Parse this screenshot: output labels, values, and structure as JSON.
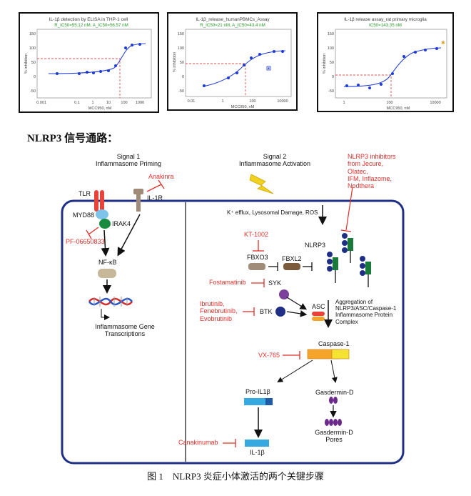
{
  "charts": [
    {
      "title": "IL-1β detection by ELISA in THP-1 cell",
      "subtitle": "R_IC50=55.12 nM, A_IC50=56.57 nM",
      "xlabel": "MCC950, nM",
      "ylabel": "% inhibition",
      "xticks": [
        "0.001",
        "0.1",
        "1",
        "10",
        "100",
        "1000"
      ],
      "yticks": [
        "-50",
        "0",
        "50",
        "100",
        "150"
      ]
    },
    {
      "title": "IL-1β_release_humanPBMCs_Assay",
      "subtitle": "R_IC50=21 nM, A_IC50=43.4 nM",
      "xlabel": "MCC950, nM",
      "ylabel": "% inhibition",
      "xticks": [
        "0.01",
        "1",
        "100",
        "10000"
      ],
      "yticks": [
        "-50",
        "0",
        "50",
        "100",
        "150"
      ]
    },
    {
      "title": "IL-1β release assay_rat primary microglia",
      "subtitle": "IC50=143.35 nM",
      "xlabel": "MCC950, nM",
      "ylabel": "% inhibition",
      "xticks": [
        "1",
        "100",
        "10000"
      ],
      "yticks": [
        "-50",
        "0",
        "50",
        "100",
        "150"
      ]
    }
  ],
  "heading": "NLRP3 信号通路：",
  "signal1": {
    "line1": "Signal 1",
    "line2": "Inflammasome Priming"
  },
  "signal2": {
    "line1": "Signal 2",
    "line2": "Inflammasome Activation"
  },
  "inhibitors_note": [
    "NLRP3 inhibitors",
    "from Jecure,",
    "Olatec,",
    "IFM, Inflazome,",
    "Nodthera"
  ],
  "labels": {
    "anakinra": "Anakinra",
    "tlr": "TLR",
    "il1r": "IL-1R",
    "myd88": "MYD88",
    "irak4": "IRAK4",
    "pf": "PF-06650833",
    "nfkb": "NF-κB",
    "gene1": "Inflammasome Gene",
    "gene2": "Transcriptions",
    "efflux": "K⁺ efflux, Lysosomal Damage, ROS",
    "kt": "KT-1002",
    "nlrp3": "NLRP3",
    "fbxo3": "FBXO3",
    "fbxl2": "FBXL2",
    "fostamatinib": "Fostamatinib",
    "syk": "SYK",
    "btk_inh1": "Ibrutinib,",
    "btk_inh2": "Fenebrutinib,",
    "btk_inh3": "Evobrutinib",
    "btk": "BTK",
    "asc": "ASC",
    "agg1": "Aggregation of",
    "agg2": "NLRP3/ASC/Caspase-1",
    "agg3": "Inflammasome Protein",
    "agg4": "Complex",
    "caspase": "Caspase-1",
    "vx": "VX-765",
    "proil": "Pro-IL1β",
    "gsdmd": "Gasdermin-D",
    "canakinumab": "Canakinumab",
    "il1b": "IL-1β",
    "pores1": "Gasdermin-D",
    "pores2": "Pores"
  },
  "caption": "图 1　NLRP3 炎症小体激活的两个关键步骤",
  "colors": {
    "red": "#e0302b",
    "navy": "#1f2f86",
    "blue_dot": "#1e3bd6",
    "caspase": "#f5a42a",
    "caspase_tail": "#f5e332",
    "il_blue": "#36a9e1",
    "green": "#1a7a3a"
  }
}
